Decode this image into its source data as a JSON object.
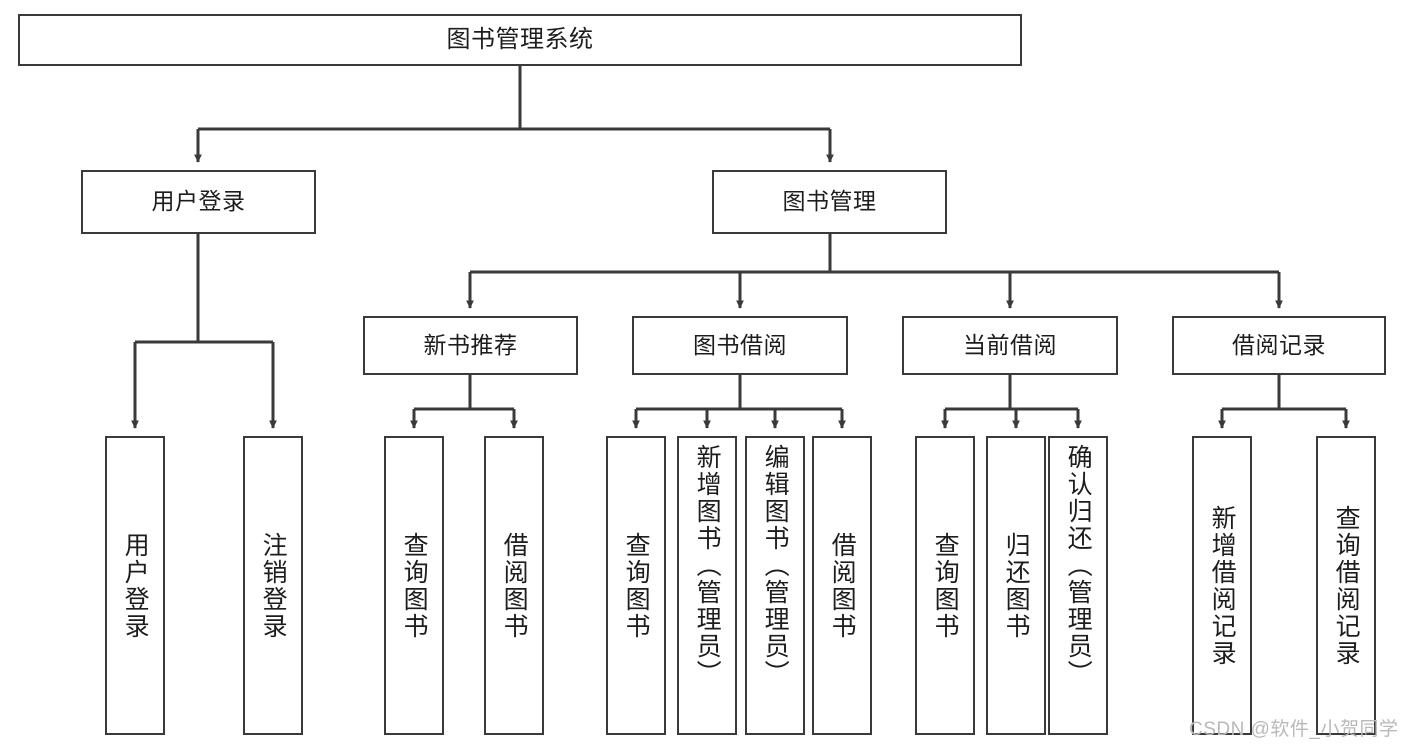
{
  "diagram": {
    "title": "图书管理系统",
    "type": "hierarchy-tree",
    "colors": {
      "box_border": "#3a3a3a",
      "box_fill": "#ffffff",
      "edge": "#3a3a3a",
      "text": "#1d1d1d",
      "watermark": "#b9b9b9",
      "background": "#ffffff"
    },
    "watermark": "CSDN @软件_小贺同学",
    "levels": {
      "root": {
        "label": "图书管理系统"
      },
      "branches": [
        {
          "id": "user-login",
          "label": "用户登录"
        },
        {
          "id": "book-management",
          "label": "图书管理"
        }
      ],
      "categories": [
        {
          "id": "new-book-recommend",
          "label": "新书推荐"
        },
        {
          "id": "book-borrow",
          "label": "图书借阅"
        },
        {
          "id": "current-borrow",
          "label": "当前借阅"
        },
        {
          "id": "borrow-record",
          "label": "借阅记录"
        }
      ],
      "leaves": [
        {
          "id": "leaf-user-login",
          "label": "用户登录",
          "parent": "user-login"
        },
        {
          "id": "leaf-logout-login",
          "label": "注销登录",
          "parent": "user-login"
        },
        {
          "id": "leaf-query-book-1",
          "label": "查询图书",
          "parent": "new-book-recommend"
        },
        {
          "id": "leaf-borrow-book-1",
          "label": "借阅图书",
          "parent": "new-book-recommend"
        },
        {
          "id": "leaf-query-book-2",
          "label": "查询图书",
          "parent": "book-borrow"
        },
        {
          "id": "leaf-add-book",
          "label": "新增图书（管理员）",
          "parent": "book-borrow"
        },
        {
          "id": "leaf-edit-book",
          "label": "编辑图书（管理员）",
          "parent": "book-borrow"
        },
        {
          "id": "leaf-borrow-book-2",
          "label": "借阅图书",
          "parent": "book-borrow"
        },
        {
          "id": "leaf-query-book-3",
          "label": "查询图书",
          "parent": "current-borrow"
        },
        {
          "id": "leaf-return-book",
          "label": "归还图书",
          "parent": "current-borrow"
        },
        {
          "id": "leaf-confirm-return",
          "label": "确认归还（管理员）",
          "parent": "current-borrow"
        },
        {
          "id": "leaf-add-record",
          "label": "新增借阅记录",
          "parent": "borrow-record"
        },
        {
          "id": "leaf-query-record",
          "label": "查询借阅记录",
          "parent": "borrow-record"
        }
      ]
    }
  }
}
